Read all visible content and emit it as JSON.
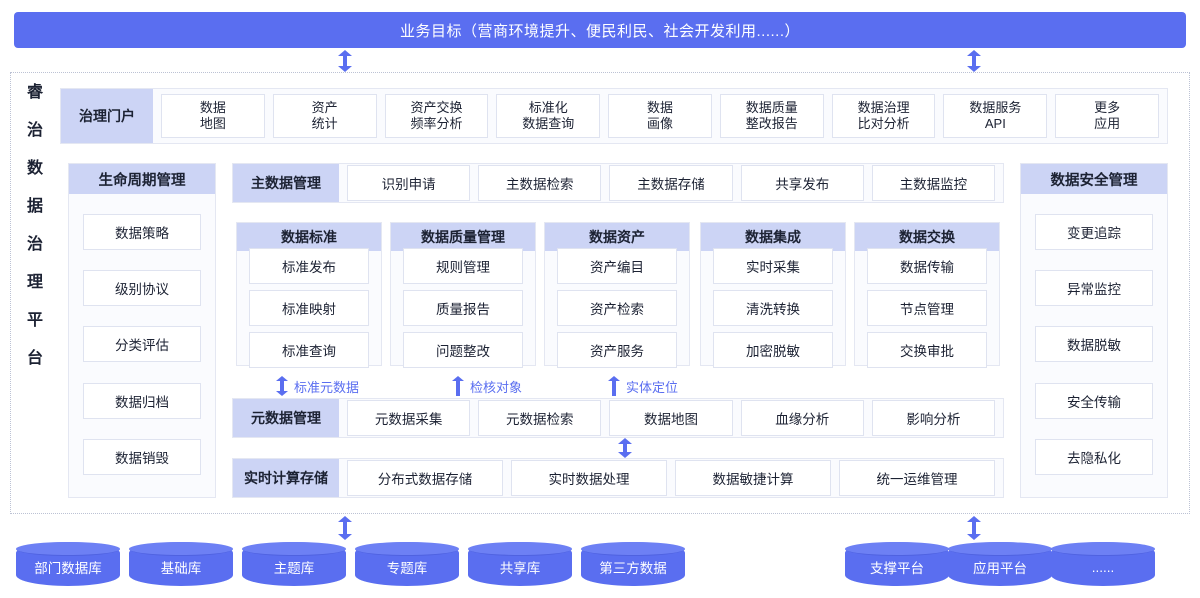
{
  "colors": {
    "accent": "#5a6ef0",
    "head_bg": "#ccd4f5",
    "panel_bg": "#fafbfe",
    "chip_border": "#dfe3f0"
  },
  "goal": {
    "label": "业务目标（营商环境提升、便民利民、社会开发利用......）"
  },
  "platform": {
    "name_chars": [
      "睿",
      "治",
      "数",
      "据",
      "治",
      "理",
      "平",
      "台"
    ]
  },
  "portal": {
    "head": "治理门户",
    "items": [
      "数据\n地图",
      "资产\n统计",
      "资产交换\n频率分析",
      "标准化\n数据查询",
      "数据\n画像",
      "数据质量\n整改报告",
      "数据治理\n比对分析",
      "数据服务\nAPI",
      "更多\n应用"
    ]
  },
  "lifecycle": {
    "head": "生命周期管理",
    "items": [
      "数据策略",
      "级别协议",
      "分类评估",
      "数据归档",
      "数据销毁"
    ]
  },
  "security": {
    "head": "数据安全管理",
    "items": [
      "变更追踪",
      "异常监控",
      "数据脱敏",
      "安全传输",
      "去隐私化"
    ]
  },
  "master_data": {
    "head": "主数据管理",
    "items": [
      "识别申请",
      "主数据检索",
      "主数据存储",
      "共享发布",
      "主数据监控"
    ]
  },
  "domains": [
    {
      "head": "数据标准",
      "items": [
        "标准发布",
        "标准映射",
        "标准查询"
      ]
    },
    {
      "head": "数据质量管理",
      "items": [
        "规则管理",
        "质量报告",
        "问题整改"
      ]
    },
    {
      "head": "数据资产",
      "items": [
        "资产编目",
        "资产检索",
        "资产服务"
      ]
    },
    {
      "head": "数据集成",
      "items": [
        "实时采集",
        "清洗转换",
        "加密脱敏"
      ]
    },
    {
      "head": "数据交换",
      "items": [
        "数据传输",
        "节点管理",
        "交换审批"
      ]
    }
  ],
  "connectors": [
    {
      "label": "标准元数据",
      "arrow": "up-down-arrow-icon"
    },
    {
      "label": "检核对象",
      "arrow": "up-arrow-icon"
    },
    {
      "label": "实体定位",
      "arrow": "up-arrow-icon"
    }
  ],
  "metadata": {
    "head": "元数据管理",
    "items": [
      "元数据采集",
      "元数据检索",
      "数据地图",
      "血缘分析",
      "影响分析"
    ]
  },
  "realtime": {
    "head": "实时计算存储",
    "items": [
      "分布式数据存储",
      "实时数据处理",
      "数据敏捷计算",
      "统一运维管理"
    ]
  },
  "sources_left": [
    "部门数据库",
    "基础库",
    "主题库",
    "专题库",
    "共享库",
    "第三方数据"
  ],
  "sources_right": [
    "支撑平台",
    "应用平台",
    "......"
  ]
}
